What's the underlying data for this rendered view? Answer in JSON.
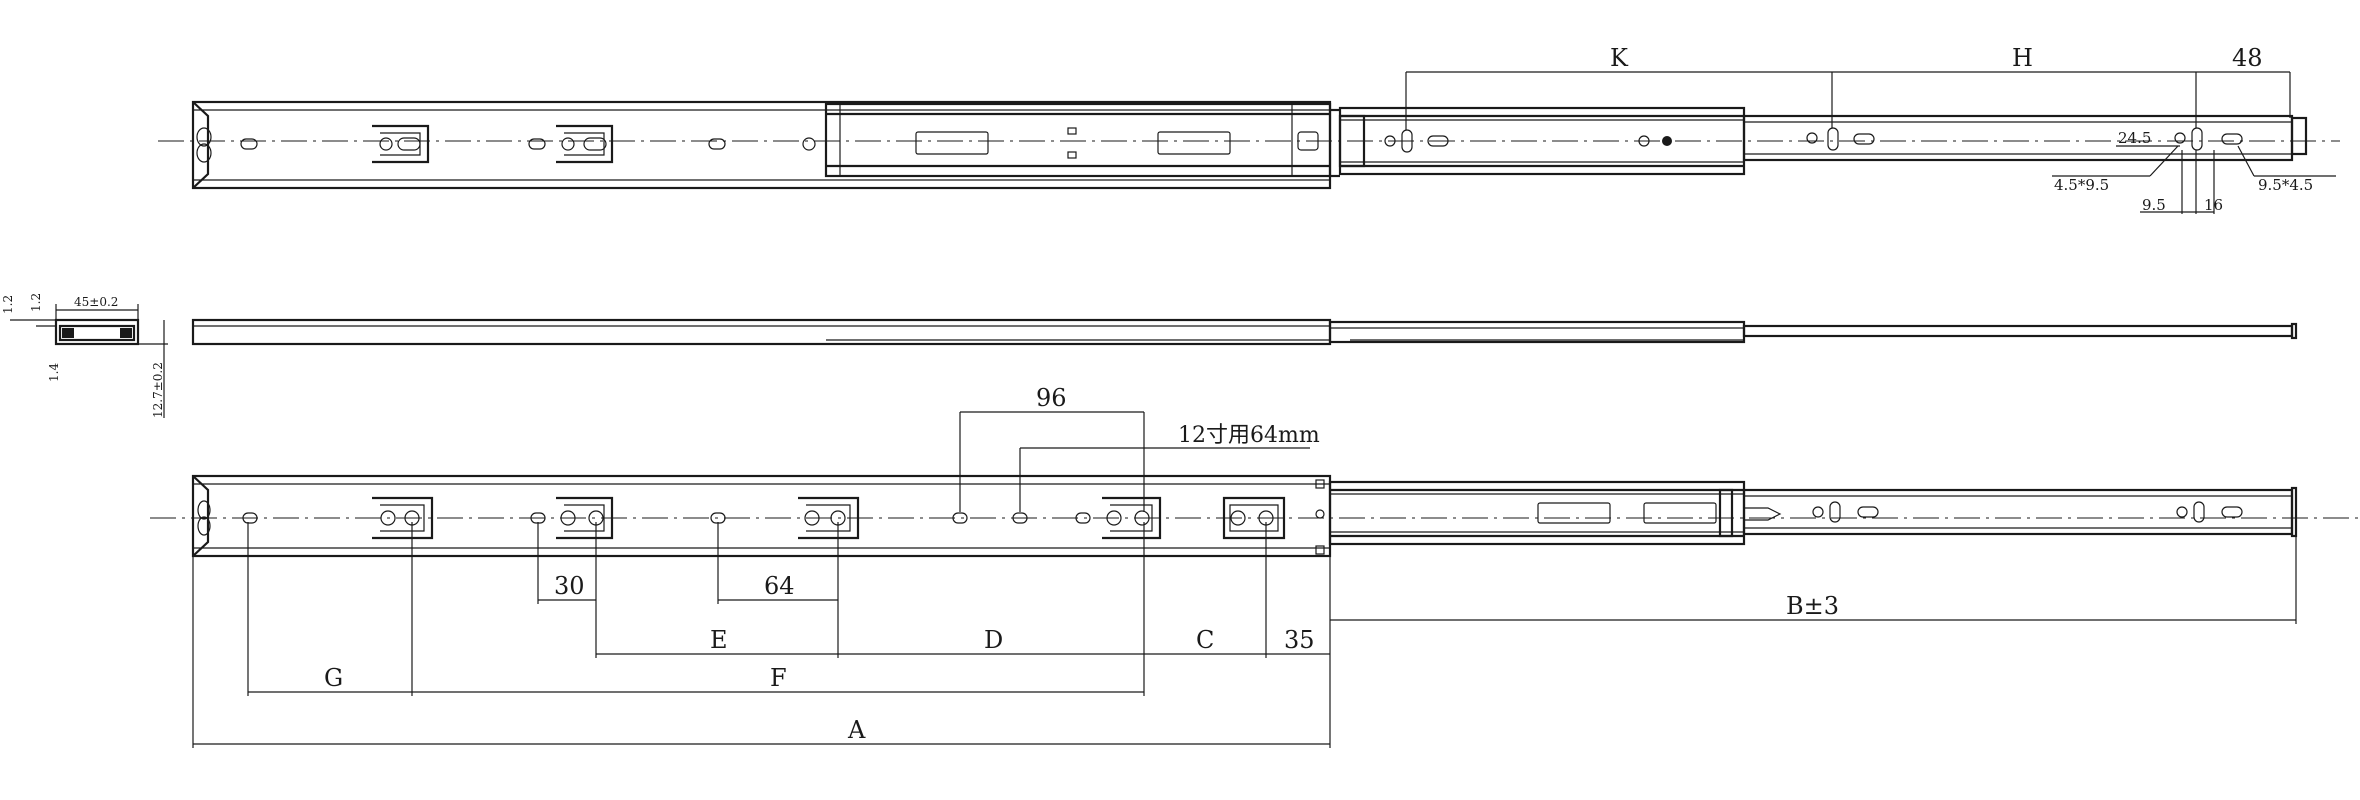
{
  "colors": {
    "line": "#1a1a1a",
    "background": "#ffffff"
  },
  "top_view": {
    "dim_K": "K",
    "dim_H": "H",
    "dim_48": "48",
    "dim_24_5": "24.5",
    "dim_4_5x9_5": "4.5*9.5",
    "dim_9_5": "9.5",
    "dim_16": "16",
    "dim_9_5x4_5": "9.5*4.5"
  },
  "section_view": {
    "dim_45": "45±0.2",
    "dim_1_2_a": "1.2",
    "dim_1_2_b": "1.2",
    "dim_1_4": "1.4",
    "dim_12_7": "12.7±0.2"
  },
  "bottom_view": {
    "dim_96": "96",
    "note_12in": "12寸用64mm",
    "dim_30": "30",
    "dim_64": "64",
    "dim_E": "E",
    "dim_D": "D",
    "dim_C": "C",
    "dim_35": "35",
    "dim_G": "G",
    "dim_F": "F",
    "dim_A": "A",
    "dim_B": "B±3"
  }
}
